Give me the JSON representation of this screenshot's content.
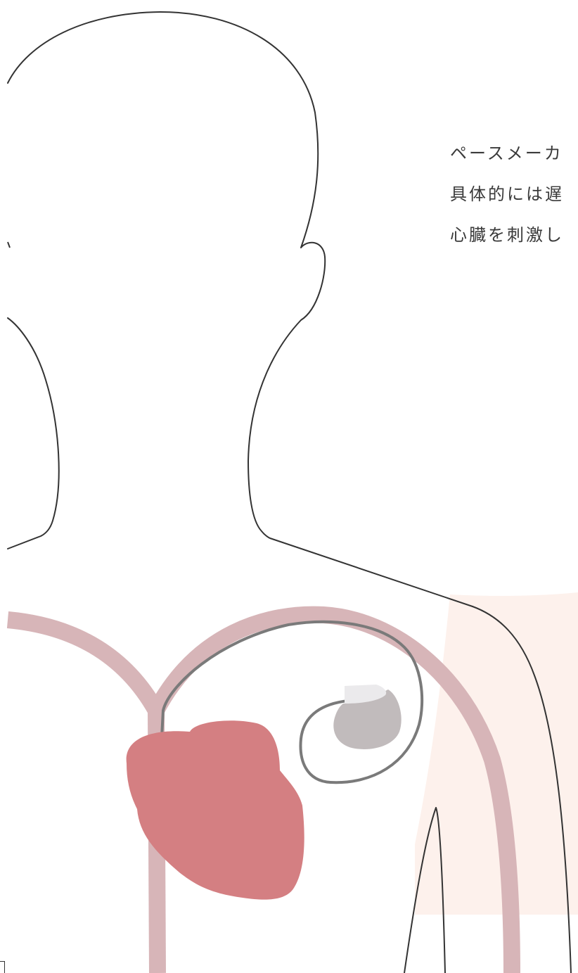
{
  "text": {
    "lines": [
      "ペースメーカ",
      "具体的には遅",
      "心臓を刺激し"
    ]
  },
  "colors": {
    "background": "#ffffff",
    "outline": "#333333",
    "text": "#3a3a3a",
    "vein": "#d7b5b8",
    "heart": "#d47f82",
    "lead_wire": "#7a7a7a",
    "device_body": "#c1bbbc",
    "device_header": "#ebeaec",
    "skin_tint": "#fdf1ec"
  },
  "icons": {
    "body": "human-torso-outline",
    "heart": "heart-icon",
    "device": "pacemaker-icon",
    "wire": "pacemaker-lead-wire"
  }
}
